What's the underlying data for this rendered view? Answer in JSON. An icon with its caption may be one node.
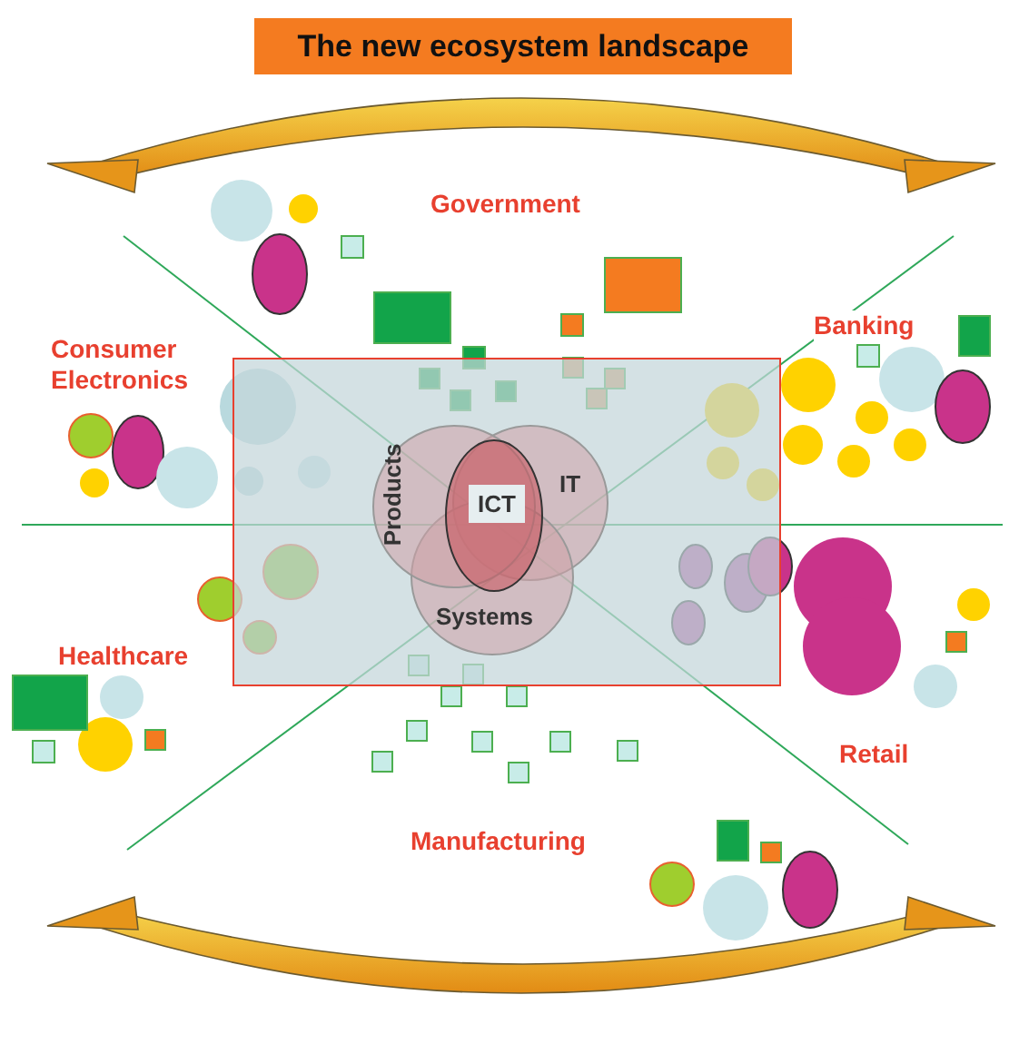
{
  "diagram": {
    "title": "The new ecosystem landscape",
    "nodes": [
      {
        "text": [],
        "shape": "box"
      },
      {
        "text": [
          "Products"
        ],
        "in": 0
      },
      {
        "text": [
          "IT"
        ],
        "in": 0
      },
      {
        "text": [
          "Systems"
        ],
        "in": 0
      },
      {
        "text": [
          "ICT"
        ],
        "in": 1
      }
    ],
    "labels": [
      "Government",
      "Consumer Electronics",
      "Banking",
      "Healthcare",
      "Retail",
      "Manufacturing"
    ]
  }
}
